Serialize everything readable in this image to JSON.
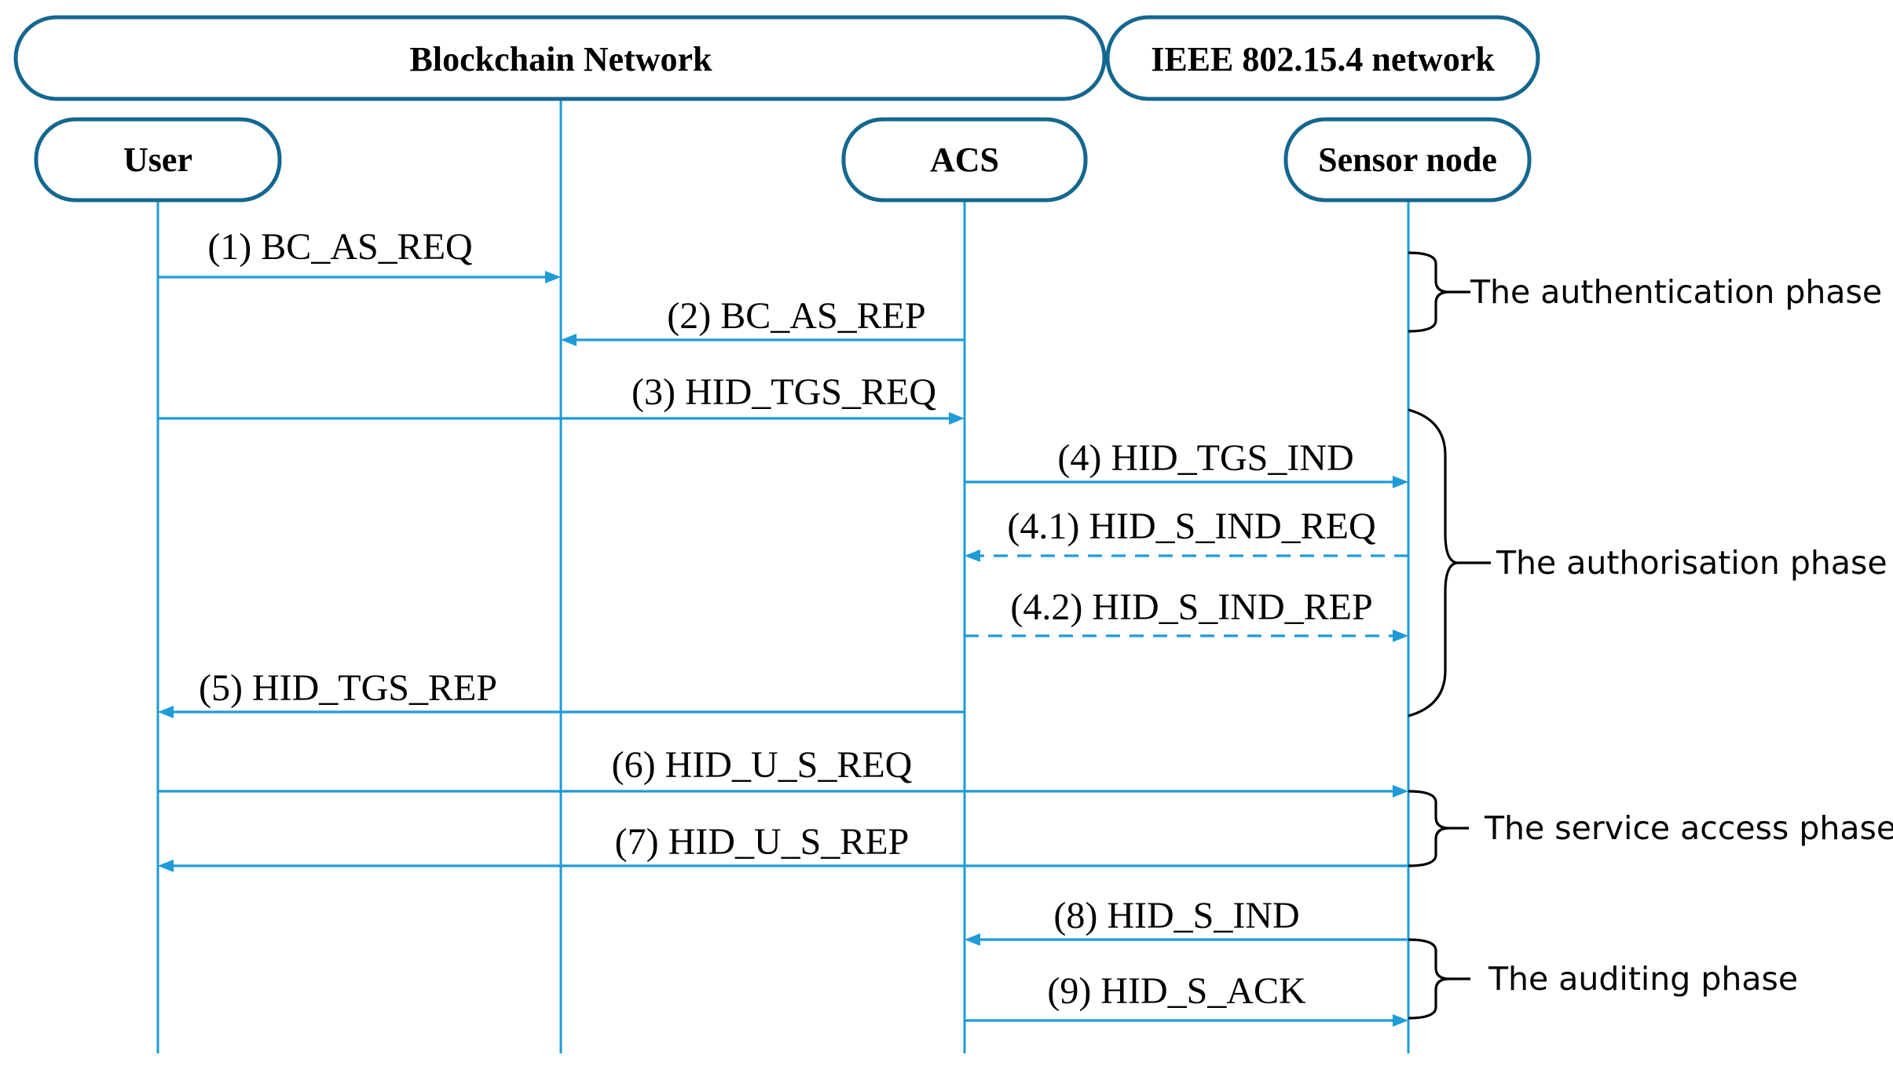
{
  "networks": {
    "blockchain": "Blockchain Network",
    "ieee": "IEEE 802.15.4 network"
  },
  "participants": {
    "user": "User",
    "acs": "ACS",
    "sensor": "Sensor node"
  },
  "messages": [
    {
      "id": "m1",
      "label": "(1) BC_AS_REQ",
      "from": "user",
      "to": "blockchain",
      "style": "solid"
    },
    {
      "id": "m2",
      "label": "(2) BC_AS_REP",
      "from": "acs",
      "to": "blockchain",
      "style": "solid"
    },
    {
      "id": "m3",
      "label": "(3) HID_TGS_REQ",
      "from": "user",
      "to": "acs",
      "style": "solid"
    },
    {
      "id": "m4",
      "label": "(4) HID_TGS_IND",
      "from": "acs",
      "to": "sensor",
      "style": "solid"
    },
    {
      "id": "m41",
      "label": "(4.1) HID_S_IND_REQ",
      "from": "sensor",
      "to": "acs",
      "style": "dashed"
    },
    {
      "id": "m42",
      "label": "(4.2) HID_S_IND_REP",
      "from": "acs",
      "to": "sensor",
      "style": "dashed"
    },
    {
      "id": "m5",
      "label": "(5) HID_TGS_REP",
      "from": "acs",
      "to": "user",
      "style": "solid"
    },
    {
      "id": "m6",
      "label": "(6) HID_U_S_REQ",
      "from": "user",
      "to": "sensor",
      "style": "solid"
    },
    {
      "id": "m7",
      "label": "(7) HID_U_S_REP",
      "from": "sensor",
      "to": "user",
      "style": "solid"
    },
    {
      "id": "m8",
      "label": "(8) HID_S_IND",
      "from": "sensor",
      "to": "acs",
      "style": "solid"
    },
    {
      "id": "m9",
      "label": "(9) HID_S_ACK",
      "from": "acs",
      "to": "sensor",
      "style": "solid"
    }
  ],
  "phases": {
    "authentication": "The authentication phase",
    "authorisation": "The authorisation phase",
    "service_access": "The service access phase",
    "auditing": "The auditing phase"
  },
  "colors": {
    "arrow": "#1f9bd7",
    "box_border": "#14678f"
  }
}
